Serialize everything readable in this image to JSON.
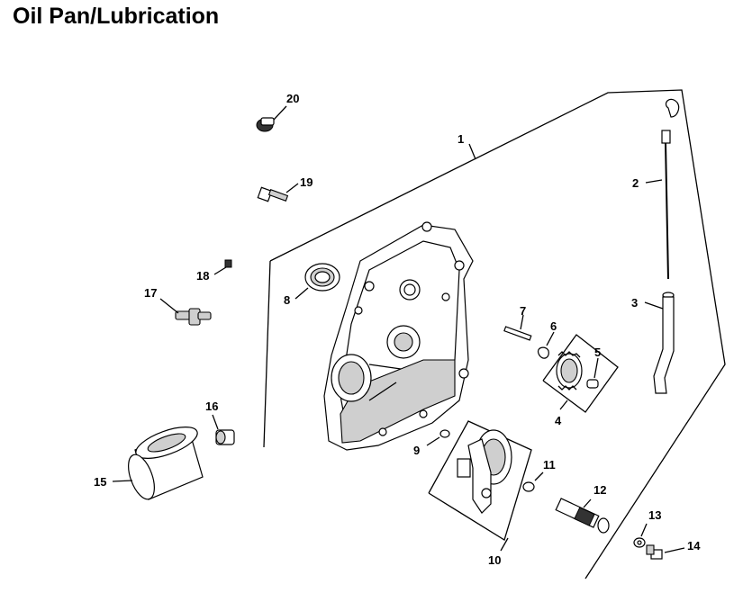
{
  "title": "Oil Pan/Lubrication",
  "callouts": [
    {
      "id": "1",
      "label": "1"
    },
    {
      "id": "2",
      "label": "2"
    },
    {
      "id": "3",
      "label": "3"
    },
    {
      "id": "4",
      "label": "4"
    },
    {
      "id": "5",
      "label": "5"
    },
    {
      "id": "6",
      "label": "6"
    },
    {
      "id": "7",
      "label": "7"
    },
    {
      "id": "8",
      "label": "8"
    },
    {
      "id": "9",
      "label": "9"
    },
    {
      "id": "10",
      "label": "10"
    },
    {
      "id": "11",
      "label": "11"
    },
    {
      "id": "12",
      "label": "12"
    },
    {
      "id": "13",
      "label": "13"
    },
    {
      "id": "14",
      "label": "14"
    },
    {
      "id": "15",
      "label": "15"
    },
    {
      "id": "16",
      "label": "16"
    },
    {
      "id": "17",
      "label": "17"
    },
    {
      "id": "18",
      "label": "18"
    },
    {
      "id": "19",
      "label": "19"
    },
    {
      "id": "20",
      "label": "20"
    }
  ]
}
